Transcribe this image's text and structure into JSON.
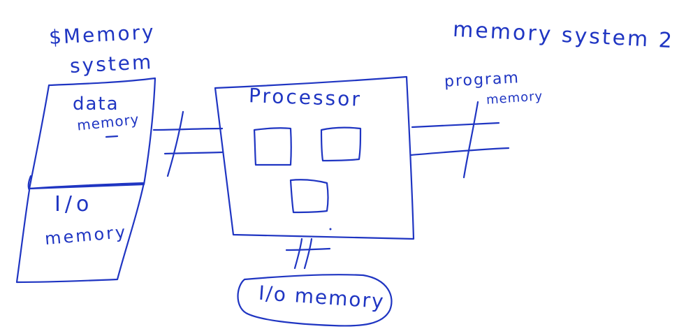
{
  "diagram": {
    "ink_color": "#1f35c2",
    "background": "#ffffff",
    "labels": {
      "memory_system_1_line1": "$Memory",
      "memory_system_1_line2": "system",
      "data_memory_line1": "data",
      "data_memory_line2": "memory",
      "io_memory_left_line1": "I/o",
      "io_memory_left_line2": "memory",
      "processor": "Processor",
      "memory_system_2": "memory system 2",
      "program_memory_line1": "program",
      "program_memory_line2": "memory",
      "io_memory_bottom": "I/o memory"
    }
  }
}
